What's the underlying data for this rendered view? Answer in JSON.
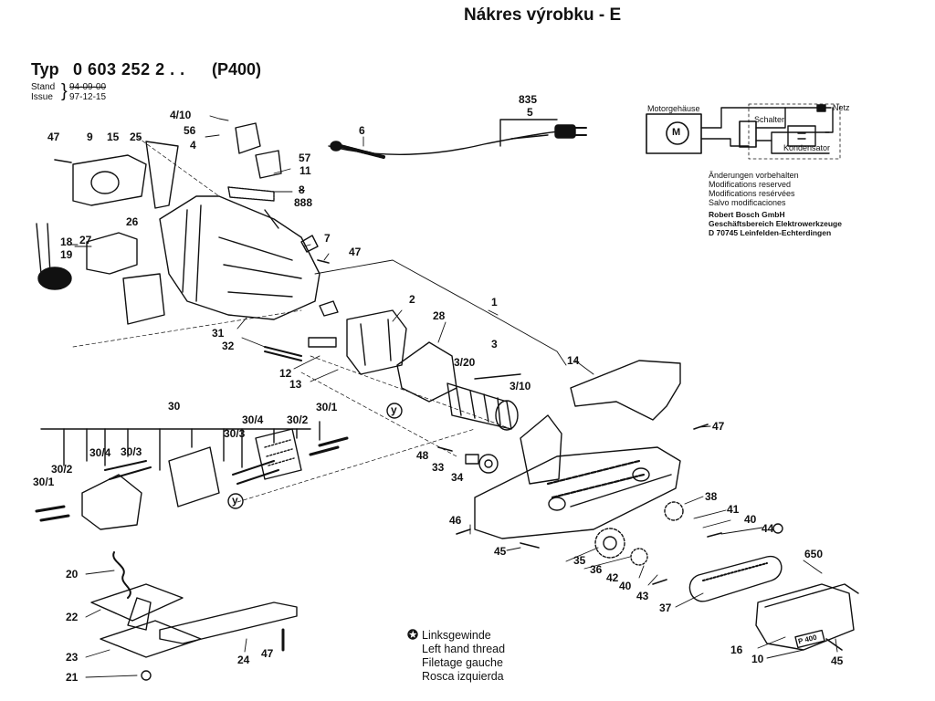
{
  "header": {
    "title": "Nákres výrobku - E",
    "typ_label": "Typ",
    "typ_number": "0 603 252 2 . .",
    "model": "(P400)",
    "stand_label": "Stand",
    "stand_date": "94-09-00",
    "issue_label": "Issue",
    "issue_date": "97-12-15"
  },
  "wiring": {
    "motor_label": "Motorgehäuse",
    "motor_symbol": "M",
    "switch_label": "Schalter",
    "net_label": "Netz",
    "capacitor_label": "Kondensator"
  },
  "notes": {
    "modifications": [
      "Änderungen vorbehalten",
      "Modifications reserved",
      "Modifications resérvées",
      "Salvo modificaciones"
    ],
    "company": [
      "Robert Bosch GmbH",
      "Geschäftsbereich Elektrowerkzeuge",
      "D 70745 Leinfelden-Echterdingen"
    ]
  },
  "thread_legend": [
    "Linksgewinde",
    "Left hand thread",
    "Filetage gauche",
    "Rosca izquierda"
  ],
  "plate_label": "P 400",
  "part_labels": [
    {
      "id": "p4_10",
      "text": "4/10"
    },
    {
      "id": "p56",
      "text": "56"
    },
    {
      "id": "p4",
      "text": "4"
    },
    {
      "id": "p47a",
      "text": "47"
    },
    {
      "id": "p9",
      "text": "9"
    },
    {
      "id": "p15",
      "text": "15"
    },
    {
      "id": "p25",
      "text": "25"
    },
    {
      "id": "p6",
      "text": "6"
    },
    {
      "id": "p835",
      "text": "835"
    },
    {
      "id": "p5",
      "text": "5"
    },
    {
      "id": "p57",
      "text": "57"
    },
    {
      "id": "p11",
      "text": "11"
    },
    {
      "id": "p8",
      "text": "8"
    },
    {
      "id": "p888",
      "text": "888"
    },
    {
      "id": "p26",
      "text": "26"
    },
    {
      "id": "p7",
      "text": "7"
    },
    {
      "id": "p47b",
      "text": "47"
    },
    {
      "id": "p18",
      "text": "18"
    },
    {
      "id": "p27",
      "text": "27"
    },
    {
      "id": "p19",
      "text": "19"
    },
    {
      "id": "p2",
      "text": "2"
    },
    {
      "id": "p1",
      "text": "1"
    },
    {
      "id": "p28",
      "text": "28"
    },
    {
      "id": "p31",
      "text": "31"
    },
    {
      "id": "p32",
      "text": "32"
    },
    {
      "id": "p12",
      "text": "12"
    },
    {
      "id": "p13",
      "text": "13"
    },
    {
      "id": "p3",
      "text": "3"
    },
    {
      "id": "p3_20",
      "text": "3/20"
    },
    {
      "id": "p3_10",
      "text": "3/10"
    },
    {
      "id": "p14",
      "text": "14"
    },
    {
      "id": "p47c",
      "text": "47"
    },
    {
      "id": "p30",
      "text": "30"
    },
    {
      "id": "p30_4a",
      "text": "30/4"
    },
    {
      "id": "p30_2a",
      "text": "30/2"
    },
    {
      "id": "p30_1a",
      "text": "30/1"
    },
    {
      "id": "p30_3a",
      "text": "30/3"
    },
    {
      "id": "p30_2b",
      "text": "30/2"
    },
    {
      "id": "p30_4b",
      "text": "30/4"
    },
    {
      "id": "p30_3b",
      "text": "30/3"
    },
    {
      "id": "p30_1b",
      "text": "30/1"
    },
    {
      "id": "p48",
      "text": "48"
    },
    {
      "id": "p33",
      "text": "33"
    },
    {
      "id": "p34",
      "text": "34"
    },
    {
      "id": "p38",
      "text": "38"
    },
    {
      "id": "p41",
      "text": "41"
    },
    {
      "id": "p40a",
      "text": "40"
    },
    {
      "id": "p44",
      "text": "44"
    },
    {
      "id": "p46",
      "text": "46"
    },
    {
      "id": "p45a",
      "text": "45"
    },
    {
      "id": "p35",
      "text": "35"
    },
    {
      "id": "p36",
      "text": "36"
    },
    {
      "id": "p42",
      "text": "42"
    },
    {
      "id": "p40b",
      "text": "40"
    },
    {
      "id": "p43",
      "text": "43"
    },
    {
      "id": "p37",
      "text": "37"
    },
    {
      "id": "p650",
      "text": "650"
    },
    {
      "id": "p20",
      "text": "20"
    },
    {
      "id": "p22",
      "text": "22"
    },
    {
      "id": "p23",
      "text": "23"
    },
    {
      "id": "p21",
      "text": "21"
    },
    {
      "id": "p24",
      "text": "24"
    },
    {
      "id": "p47d",
      "text": "47"
    },
    {
      "id": "p16",
      "text": "16"
    },
    {
      "id": "p10",
      "text": "10"
    },
    {
      "id": "p45b",
      "text": "45"
    },
    {
      "id": "py1",
      "text": "y"
    },
    {
      "id": "py2",
      "text": "y"
    }
  ]
}
